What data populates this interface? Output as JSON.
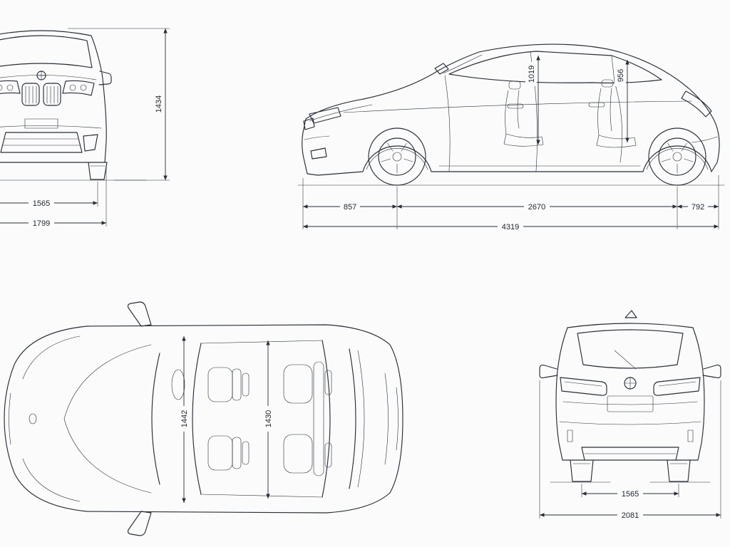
{
  "page": {
    "background": "#fbfbfb",
    "line_color": "#272d3a"
  },
  "views": {
    "front": {
      "dimensions": {
        "overall_height": "1434",
        "front_track": "1565",
        "overall_width": "1799"
      }
    },
    "side": {
      "dimensions": {
        "front_headroom": "1019",
        "rear_headroom": "956",
        "front_overhang": "857",
        "wheelbase": "2670",
        "rear_overhang": "792",
        "overall_length": "4319"
      }
    },
    "top": {
      "dimensions": {
        "front_interior_width": "1442",
        "rear_interior_width": "1430"
      }
    },
    "rear": {
      "dimensions": {
        "rear_track": "1565",
        "width_incl_mirrors": "2081"
      }
    }
  }
}
